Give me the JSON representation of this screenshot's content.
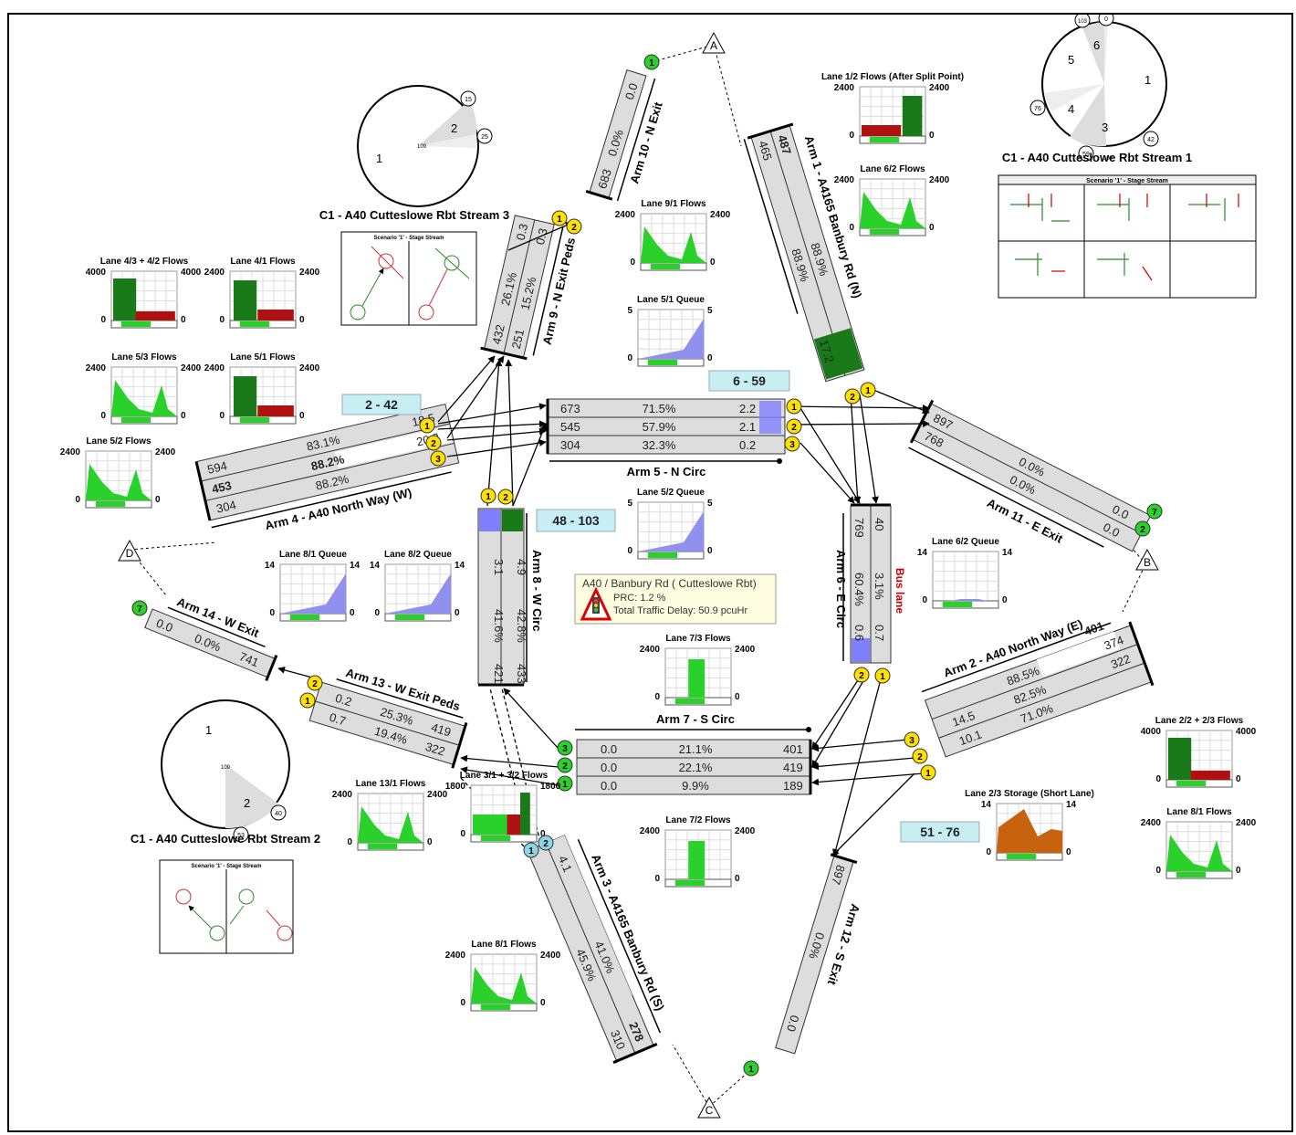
{
  "nodes": {
    "A": "A",
    "B": "B",
    "C": "C",
    "D": "D"
  },
  "arms": {
    "arm1": "Arm 1 - A4165 Banbury Rd (N)",
    "arm2": "Arm 2 - A40 North Way (E)",
    "arm3": "Arm 3 - A4165 Banbury Rd (S)",
    "arm4": "Arm 4 - A40 North Way (W)",
    "arm5": "Arm 5 - N Circ",
    "arm6": "Arm 6 - E Circ",
    "arm7": "Arm 7 - S Circ",
    "arm8": "Arm 8 - W Circ",
    "arm9": "Arm 9 - N Exit Peds",
    "arm10": "Arm 10 - N Exit",
    "arm11": "Arm 11 - E Exit",
    "arm12": "Arm 12 - S Exit",
    "arm13": "Arm 13 - W Exit Peds",
    "arm14": "Arm 14 - W Exit"
  },
  "bus_lane": "Bus lane",
  "stages": {
    "s1": "2 - 42",
    "s2": "6 - 59",
    "s3": "48 - 103",
    "s4": "51 - 76"
  },
  "info": {
    "title": "A40 / Banbury Rd ( Cutteslowe Rbt)",
    "prc": "PRC: 1.2 %",
    "delay": "Total Traffic Delay: 50.9 pcuHr"
  },
  "streams": {
    "stream3": {
      "title": "C1 - A40 Cutteslowe Rbt Stream 3",
      "center": "109",
      "labels": [
        "1",
        "2"
      ],
      "marks": [
        "15",
        "25"
      ]
    },
    "stream1": {
      "title": "C1 - A40 Cutteslowe Rbt Stream 1",
      "center": "109",
      "labels": [
        "1",
        "3",
        "4",
        "5",
        "6"
      ],
      "marks": [
        "103",
        "0",
        "76",
        "42",
        "59"
      ]
    },
    "stream2": {
      "title": "C1 - A40 Cutteslowe Rbt Stream 2",
      "center": "109",
      "labels": [
        "1",
        "2"
      ],
      "marks": [
        "40",
        "53"
      ]
    }
  },
  "stage_box": {
    "title": "Scenario '1' - Stage Stream"
  },
  "stage_small": {
    "title": "Scenario '1' - Stage Stream"
  },
  "graphs": {
    "g_l43": {
      "title": "Lane 4/3 + 4/2 Flows",
      "ymax": "4000",
      "ymin": "0"
    },
    "g_l41": {
      "title": "Lane 4/1 Flows",
      "ymax": "2400",
      "ymin": "0"
    },
    "g_l53": {
      "title": "Lane 5/3 Flows",
      "ymax": "2400",
      "ymin": "0"
    },
    "g_l51": {
      "title": "Lane 5/1 Flows",
      "ymax": "2400",
      "ymin": "0"
    },
    "g_l52": {
      "title": "Lane 5/2 Flows",
      "ymax": "2400",
      "ymin": "0"
    },
    "g_l91": {
      "title": "Lane 9/1 Flows",
      "ymax": "2400",
      "ymin": "0"
    },
    "g_q51": {
      "title": "Lane 5/1 Queue",
      "ymax": "5",
      "ymin": "0"
    },
    "g_q52": {
      "title": "Lane 5/2 Queue",
      "ymax": "5",
      "ymin": "0"
    },
    "g_q81": {
      "title": "Lane 8/1 Queue",
      "ymax": "14",
      "ymin": "0"
    },
    "g_q82": {
      "title": "Lane 8/2 Queue",
      "ymax": "14",
      "ymin": "0"
    },
    "g_l12": {
      "title": "Lane 1/2 Flows (After Split Point)",
      "ymax": "2400",
      "ymin": "0"
    },
    "g_l62": {
      "title": "Lane 6/2 Flows",
      "ymax": "2400",
      "ymin": "0"
    },
    "g_q62": {
      "title": "Lane 6/2 Queue",
      "ymax": "14",
      "ymin": "0"
    },
    "g_l73": {
      "title": "Lane 7/3 Flows",
      "ymax": "2400",
      "ymin": "0"
    },
    "g_l72": {
      "title": "Lane 7/2 Flows",
      "ymax": "2400",
      "ymin": "0"
    },
    "g_l131": {
      "title": "Lane 13/1 Flows",
      "ymax": "2400",
      "ymin": "0"
    },
    "g_l31": {
      "title": "Lane 3/1 + 3/2 Flows",
      "ymax": "1800",
      "ymin": "0"
    },
    "g_l81b": {
      "title": "Lane 8/1 Flows",
      "ymax": "2400",
      "ymin": "0"
    },
    "g_l22": {
      "title": "Lane 2/2 + 2/3 Flows",
      "ymax": "4000",
      "ymin": "0"
    },
    "g_s23": {
      "title": "Lane 2/3 Storage (Short Lane)",
      "ymax": "14",
      "ymin": "0"
    },
    "g_l81r": {
      "title": "Lane 8/1 Flows",
      "ymax": "2400",
      "ymin": "0"
    }
  },
  "lanes": {
    "arm5": [
      {
        "flow": "673",
        "sat": "71.5%",
        "q": "2.2"
      },
      {
        "flow": "545",
        "sat": "57.9%",
        "q": "2.1"
      },
      {
        "flow": "304",
        "sat": "32.3%",
        "q": "0.2"
      }
    ],
    "arm7": [
      {
        "q": "0.0",
        "sat": "21.1%",
        "flow": "401"
      },
      {
        "q": "0.0",
        "sat": "22.1%",
        "flow": "419"
      },
      {
        "q": "0.0",
        "sat": "9.9%",
        "flow": "189"
      }
    ],
    "arm4": {
      "flow1": "594",
      "flow2": "453",
      "flow3": "304",
      "sat1": "83.1%",
      "sat2": "88.2%",
      "sat3": "88.2%",
      "q1": "18.5",
      "q2": "20.2"
    },
    "arm1": {
      "f1": "487",
      "f2": "465",
      "sat1": "88.9%",
      "sat2": "88.9%",
      "q": "17.2"
    },
    "arm2": {
      "f1": "401",
      "f2": "374",
      "f3": "322",
      "s1": "88.5%",
      "s2": "82.5%",
      "s3": "71.0%",
      "q1": "14.5",
      "q2": "10.1"
    },
    "arm3": {
      "f1": "278",
      "f2": "310",
      "s1": "41.0%",
      "s2": "45.9%",
      "q": "4.1"
    },
    "arm6": {
      "f1": "769",
      "f2": "40",
      "s1": "60.4%",
      "s2": "3.1%",
      "q1": "0.6",
      "q2": "0.7"
    },
    "arm8": {
      "f1": "421",
      "f2": "433",
      "s1": "41.6%",
      "s2": "42.8%",
      "q1": "3.1",
      "q2": "4.9"
    },
    "arm9": {
      "f1": "432",
      "f2": "251",
      "s1": "26.1%",
      "s2": "15.2%",
      "q1": "0.3",
      "q2": "0.3"
    },
    "arm10": {
      "f": "683",
      "s": "0.0%",
      "q": "0.0"
    },
    "arm11": {
      "f1": "897",
      "f2": "768",
      "s1": "0.0%",
      "s2": "0.0%",
      "q1": "0.0",
      "q2": "0.0"
    },
    "arm12": {
      "f": "897",
      "s": "0.0%",
      "q": "0.0"
    },
    "arm13": {
      "q1": "0.2",
      "q2": "0.7",
      "s1": "25.3%",
      "s2": "19.4%",
      "f1": "419",
      "f2": "322"
    },
    "arm14": {
      "q": "0.0",
      "s": "0.0%",
      "f": "741"
    }
  },
  "markers": {
    "m1": "1",
    "m2": "2",
    "m3": "3",
    "m7": "7"
  }
}
